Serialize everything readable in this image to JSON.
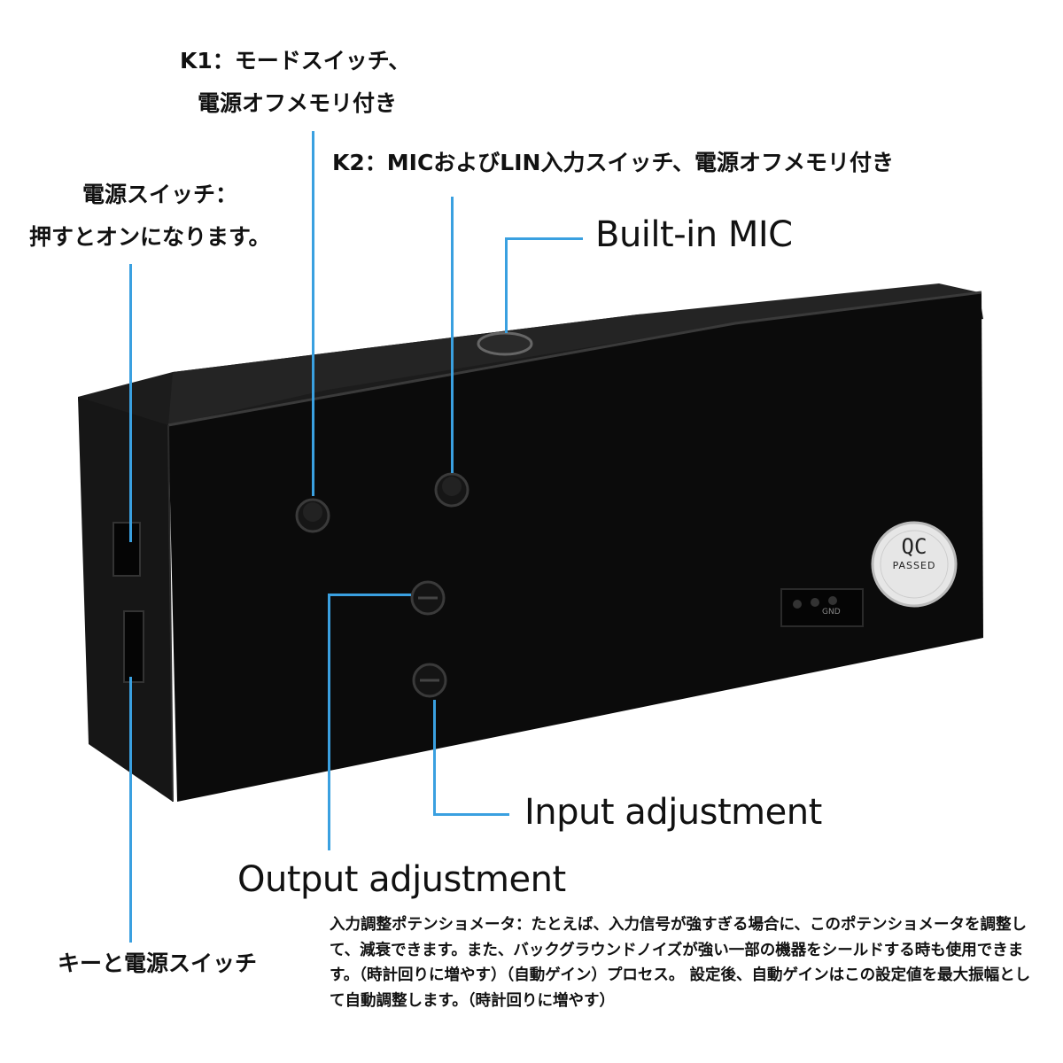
{
  "labels": {
    "k1_line1": "K1：モードスイッチ、",
    "k1_line2": "電源オフメモリ付き",
    "k2": "K2：MICおよびLIN入力スイッチ、電源オフメモリ付き",
    "power_line1": "電源スイッチ：",
    "power_line2": "押すとオンになります。",
    "builtin_mic": "Built-in MIC",
    "input_adjustment": "Input adjustment",
    "output_adjustment": "Output adjustment",
    "key_power": "キーと電源スイッチ",
    "description": "入力調整ポテンショメータ：たとえば、入力信号が強すぎる場合に、このポテンショメータを調整して、減衰できます。また、バックグラウンドノイズが強い一部の機器をシールドする時も使用できます。（時計回りに増やす）（自動ゲイン）プロセス。 設定後、自動ゲインはこの設定値を最大振幅として自動調整します。（時計回りに増やす）"
  },
  "device": {
    "qc_sticker_line1": "QC",
    "qc_sticker_line2": "PASSED",
    "pin_label": "GND",
    "body_color": "#0b0b0b",
    "leader_color": "#3aa0e0"
  }
}
